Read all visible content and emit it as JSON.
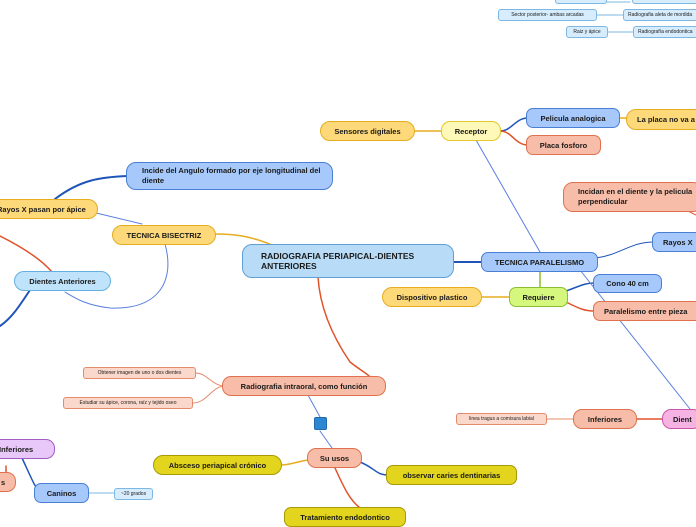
{
  "central": "RADIOGRAFIA PERIAPICAL-DIENTES ANTERIORES",
  "tecnica_paralelismo": {
    "label": "TECNICA PARALELISMO",
    "receptor": "Receptor",
    "pelicula_analogica": "Pelicula analogica",
    "placa_no_va": "La placa no va a",
    "placa_fosforo": "Placa fosforo",
    "sensores_digitales": "Sensores digitales",
    "incidan": "Incidan en el diente y la pelicula perpendicular",
    "rayos_x": "Rayos X",
    "requiere": "Requiere",
    "dispositivo_plastico": "Dispositivo plastico",
    "cono_40": "Cono 40 cm",
    "paralelismo_entre": "Paralelismo entre pieza",
    "dient": "Dient",
    "inferiores": "Inferiores",
    "linea_tragus": "linea tragus a comisura labial"
  },
  "top_right": {
    "sector_posterior": "Sector posterior- ambas arcadas",
    "radiografia_aleta": "Radiografia aleta de mordida",
    "raiz_apice": "Raiz y ápice",
    "radiografia_endodontica": "Radiografía endodontica"
  },
  "tecnica_bisectriz": {
    "label": "TECNICA BISECTRIZ",
    "incide": "Incide del Angulo formado por eje longitudinal del diente",
    "rayos_x_apice": "Rayos X pasan por ápice",
    "dientes_anteriores": "Dientes Anteriores"
  },
  "usos": {
    "radiografia_intraoral": "Radiografia intraoral, como función",
    "obtener_imagen": "Obtener imagen de uno o dos dientes",
    "estudiar_apice": "Estudiar su ápice, corona, raíz y tejido oseo",
    "su_usos": "Su usos",
    "absceso": "Absceso periapical crónico",
    "caries": "observar caries dentinarias",
    "tratamiento": "Tratamiento endodontico"
  },
  "bottom_left": {
    "inferiores": "Inferiores",
    "s": "s",
    "caninos": "Caninos",
    "grados": "~20 grados"
  }
}
